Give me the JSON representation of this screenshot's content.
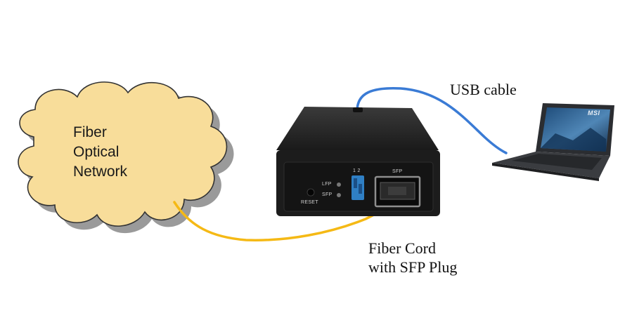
{
  "cloud": {
    "lines": [
      "Fiber",
      "Optical",
      "Network"
    ]
  },
  "labels": {
    "usb_cable": "USB cable",
    "fiber_cord_line1": "Fiber Cord",
    "fiber_cord_line2": "with SFP Plug"
  },
  "device": {
    "dip_numbers": "1 2",
    "sfp_port_label": "SFP",
    "led_lfp": "LFP",
    "led_sfp": "SFP",
    "reset": "RESET"
  },
  "laptop": {
    "logo": "MSI"
  },
  "colors": {
    "cloud_fill": "#f8dd9a",
    "cloud_stroke": "#333333",
    "cloud_shadow": "#9a9a9a",
    "usb_cable": "#3a7bd5",
    "fiber_cord": "#f5b915",
    "device_body": "#1c1c1c"
  }
}
